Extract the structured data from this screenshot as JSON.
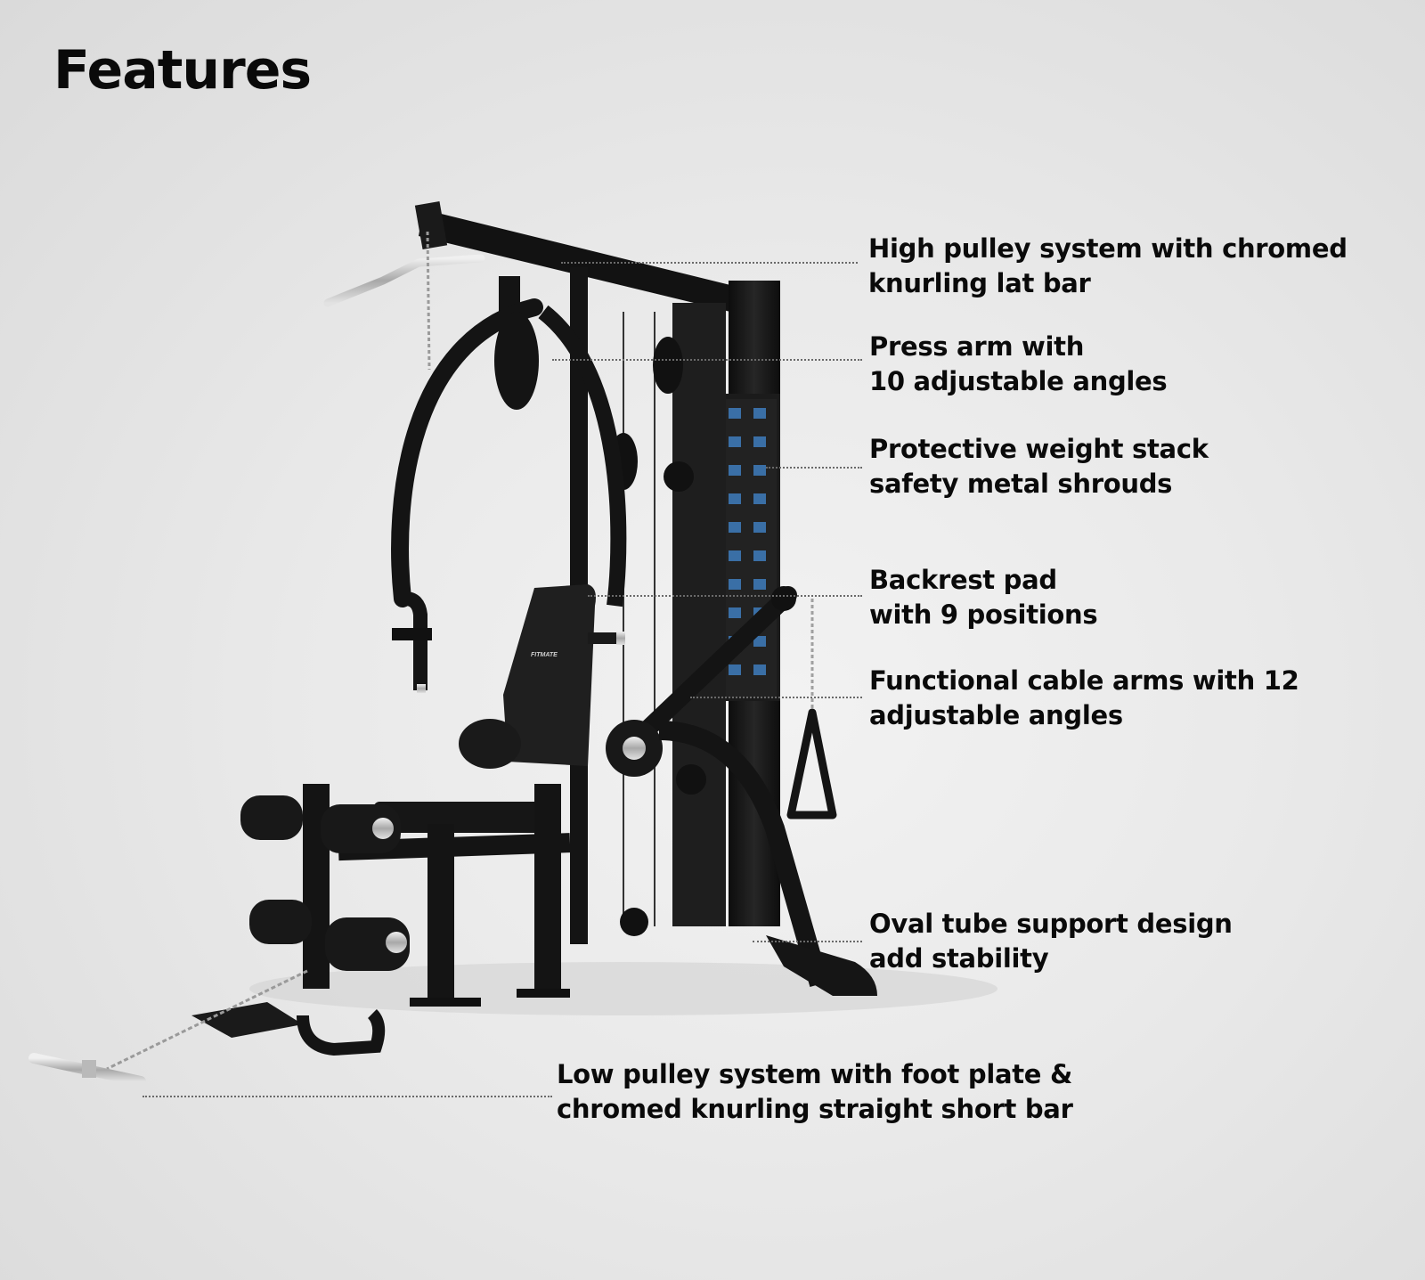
{
  "page": {
    "title": "Features",
    "brand_on_backrest": "FITMATE"
  },
  "features": [
    {
      "id": "high-pulley",
      "line1": "High pulley system with chromed",
      "line2": "knurling lat bar"
    },
    {
      "id": "press-arm",
      "line1": "Press arm with",
      "line2": "10 adjustable angles"
    },
    {
      "id": "weight-stack",
      "line1": "Protective weight stack",
      "line2": "safety metal shrouds"
    },
    {
      "id": "backrest",
      "line1": "Backrest pad",
      "line2": "with 9 positions"
    },
    {
      "id": "cable-arms",
      "line1": "Functional cable arms with 12",
      "line2": "adjustable angles"
    },
    {
      "id": "oval-tube",
      "line1": "Oval tube support design",
      "line2": "add stability"
    },
    {
      "id": "low-pulley",
      "line1": "Low pulley system with foot plate &",
      "line2": "chromed knurling straight short bar"
    }
  ],
  "colors": {
    "frame": "#141414",
    "chrome": "#c9c9c9",
    "leader": "#6a6a6a",
    "text": "#0a0a0a"
  }
}
